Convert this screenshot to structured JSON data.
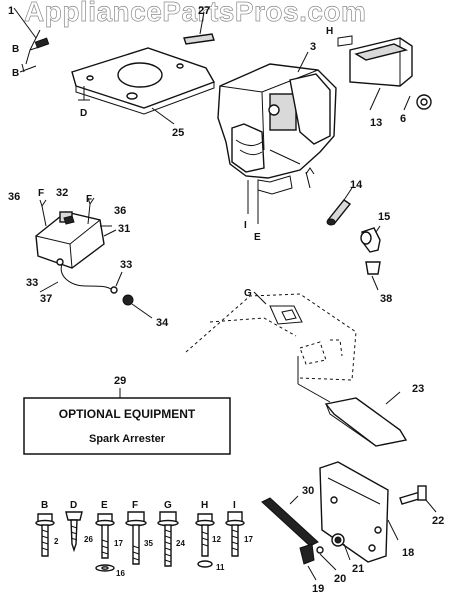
{
  "watermark": "AppliancePartsPros.com",
  "optional_box": {
    "title": "OPTIONAL EQUIPMENT",
    "subtitle": "Spark Arrester"
  },
  "callouts": [
    "1",
    "27",
    "3",
    "13",
    "6",
    "25",
    "14",
    "15",
    "38",
    "32",
    "36",
    "36",
    "31",
    "33",
    "33",
    "37",
    "34",
    "29",
    "23",
    "30",
    "22",
    "18",
    "21",
    "20",
    "19",
    "2",
    "26",
    "17",
    "35",
    "24",
    "12",
    "11",
    "17",
    "16"
  ],
  "letters": [
    "B",
    "B",
    "D",
    "F",
    "F",
    "I",
    "E",
    "G",
    "H",
    "B",
    "D",
    "E",
    "F",
    "G",
    "H",
    "I"
  ]
}
